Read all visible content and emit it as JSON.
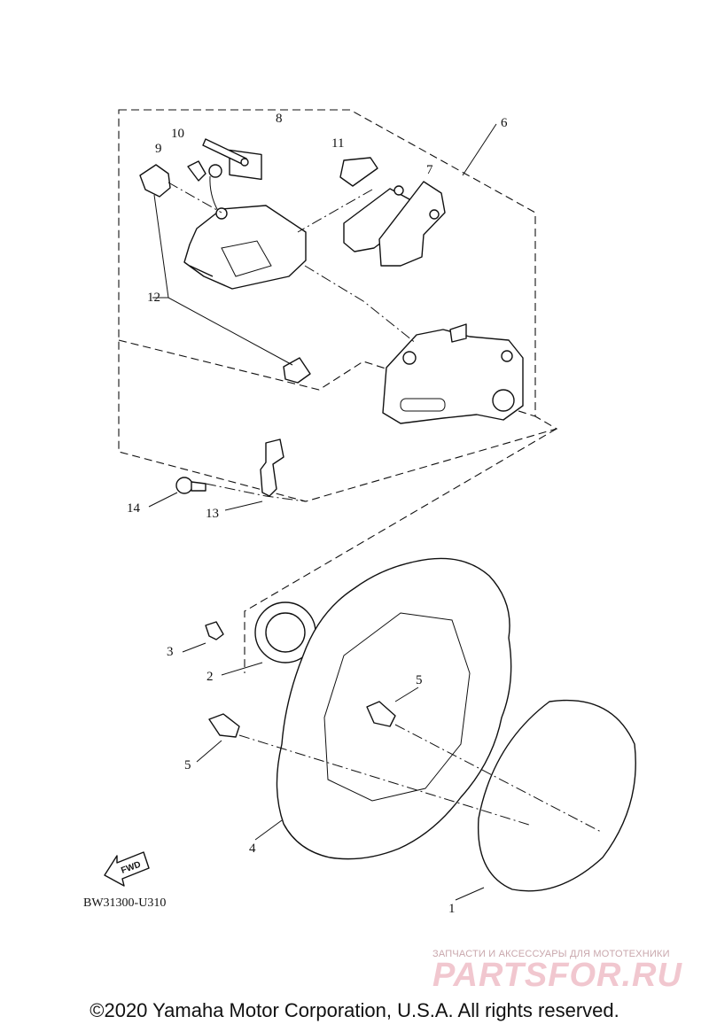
{
  "diagram": {
    "part_numbers": [
      "1",
      "2",
      "3",
      "4",
      "5",
      "5",
      "6",
      "7",
      "8",
      "9",
      "10",
      "11",
      "12",
      "13",
      "14"
    ],
    "direction_label": "FWD",
    "diagram_code": "BW31300-U310"
  },
  "watermark": {
    "tagline": "ЗАПЧАСТИ И АКСЕССУАРЫ ДЛЯ МОТОТЕХНИКИ",
    "brand": "PARTSFOR.RU"
  },
  "footer": {
    "copyright": "©2020 Yamaha Motor Corporation, U.S.A. All rights reserved."
  }
}
